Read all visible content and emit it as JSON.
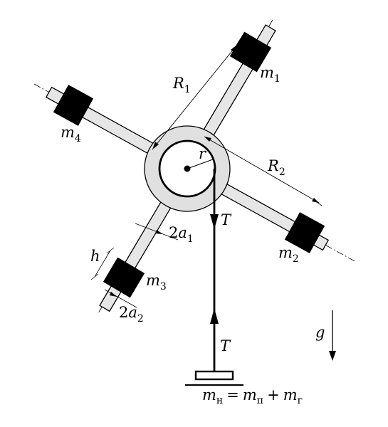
{
  "labels": {
    "R1": {
      "main": "R",
      "sub": "1"
    },
    "R2": {
      "main": "R",
      "sub": "2"
    },
    "r": {
      "main": "r"
    },
    "T_top": {
      "main": "T"
    },
    "T_bottom": {
      "main": "T"
    },
    "g": {
      "main": "g"
    },
    "h": {
      "main": "h"
    },
    "two_a1": {
      "prefix": "2",
      "main": "a",
      "sub": "1"
    },
    "two_a2": {
      "prefix": "2",
      "main": "a",
      "sub": "2"
    },
    "m1": {
      "main": "m",
      "sub": "1"
    },
    "m2": {
      "main": "m",
      "sub": "2"
    },
    "m3": {
      "main": "m",
      "sub": "3"
    },
    "m4": {
      "main": "m",
      "sub": "4"
    },
    "formula": {
      "lhs_main": "m",
      "lhs_sub": "н",
      "eq": "=",
      "t1_main": "m",
      "t1_sub": "п",
      "plus": "+",
      "t2_main": "m",
      "t2_sub": "г"
    }
  },
  "colors": {
    "rod_fill": "#e6e6e6",
    "hub_fill": "#e0e0e0",
    "mass_fill": "#000000",
    "line": "#000000"
  }
}
